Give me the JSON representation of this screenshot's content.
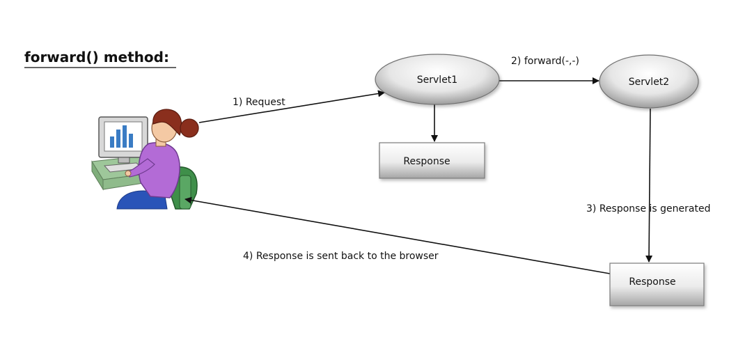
{
  "title": "forward() method:",
  "nodes": {
    "servlet1": "Servlet1",
    "servlet2": "Servlet2",
    "response1": "Response",
    "response2": "Response"
  },
  "edges": {
    "request": "1) Request",
    "forward": "2) forward(-,-)",
    "generated": "3) Response is generated",
    "sent_back": "4) Response  is sent back to the browser"
  },
  "colors": {
    "ellipse_light": "#f2f2f2",
    "ellipse_dark": "#8a8a8a",
    "box_light": "#f4f4f4",
    "box_dark": "#9a9a9a",
    "arrow": "#111111",
    "title_underline": "#333333"
  },
  "icons": {
    "user": "user-at-computer-icon"
  }
}
